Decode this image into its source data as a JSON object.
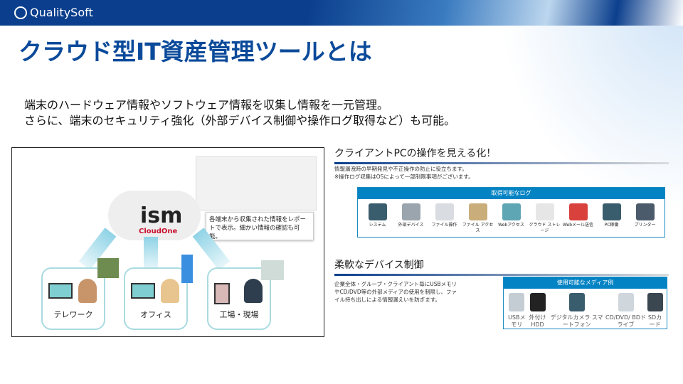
{
  "header": {
    "logo_text": "QualitySoft"
  },
  "title": "クラウド型IT資産管理ツールとは",
  "lead": [
    "端末のハードウェア情報やソフトウェア情報を収集し情報を一元管理。",
    "さらに、端末のセキュリティ強化（外部デバイス制御や操作ログ取得など）も可能。"
  ],
  "diagram": {
    "product": "ism",
    "product_sub": "CloudOne",
    "note": "各端末から収集された情報をレポートで表示。細かい情報の確認も可能。",
    "locations": [
      "テレワーク",
      "オフィス",
      "工場・現場"
    ]
  },
  "section1": {
    "heading": "クライアントPCの操作を見える化！",
    "text": [
      "情報漏洩時の早期発見や不正操作の防止に役立ちます。",
      "※操作ログ収集はOSによって一部制限事項がございます。"
    ],
    "panel_title": "取得可能なログ",
    "items": [
      {
        "label": "システム",
        "color": "#3a5d6e"
      },
      {
        "label": "外部デバイス",
        "color": "#9aa5ad"
      },
      {
        "label": "ファイル操作",
        "color": "#d9dde2"
      },
      {
        "label": "ファイル アクセス",
        "color": "#c9ad7a"
      },
      {
        "label": "Webアクセス",
        "color": "#5fa6b5"
      },
      {
        "label": "クラウド ストレージ",
        "color": "#e6e6e6"
      },
      {
        "label": "Webメール送信",
        "color": "#d9413c"
      },
      {
        "label": "PC稼働",
        "color": "#3a5d6e"
      },
      {
        "label": "プリンター",
        "color": "#4b5b6b"
      }
    ]
  },
  "section2": {
    "heading": "柔軟なデバイス制御",
    "text": "企業全体・グループ・クライアント毎にUSBメモリやCD/DVD等の外部メディアの使用を制限し、ファイル持ち出しによる情報漏えいを防ぎます。",
    "panel_title": "使用可能なメディア例",
    "items": [
      {
        "label": "USBメモリ",
        "color": "#c5cdd4"
      },
      {
        "label": "外付けHDD",
        "color": "#222222"
      },
      {
        "label": "デジタルカメラ スマートフォン",
        "color": "#3a5d6e"
      },
      {
        "label": "CD/DVD/ BDドライブ",
        "color": "#cfd6dc"
      },
      {
        "label": "SDカード",
        "color": "#3a4750"
      }
    ]
  }
}
